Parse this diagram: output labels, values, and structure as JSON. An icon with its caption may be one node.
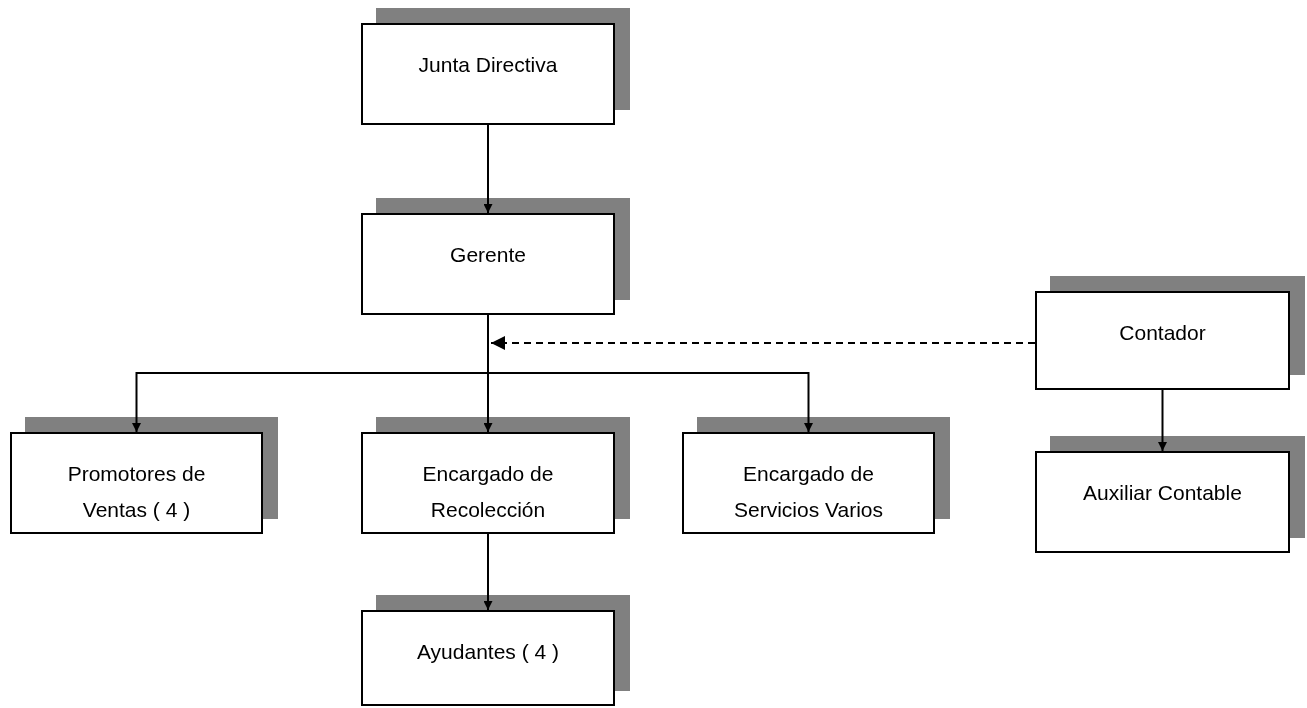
{
  "diagram": {
    "nodes": [
      {
        "text": [
          "Junta Directiva"
        ]
      },
      {
        "text": [
          "Gerente"
        ]
      },
      {
        "text": [
          "Contador"
        ]
      },
      {
        "text": [
          "Promotores de Ventas ( 4 )"
        ]
      },
      {
        "text": [
          "Encargado de Recolección"
        ]
      },
      {
        "text": [
          "Encargado de Servicios Varios"
        ]
      },
      {
        "text": [
          "Auxiliar Contable"
        ]
      },
      {
        "text": [
          "Ayudantes ( 4 )"
        ]
      }
    ],
    "edges": [
      {
        "from": 0,
        "to": 1,
        "arrow": "to"
      },
      {
        "from": 1,
        "to": 3,
        "arrow": "to"
      },
      {
        "from": 1,
        "to": 4,
        "arrow": "to"
      },
      {
        "from": 1,
        "to": 5,
        "arrow": "to"
      },
      {
        "from": 2,
        "to": 1,
        "arrow": "to",
        "style": "dashed"
      },
      {
        "from": 2,
        "to": 6,
        "arrow": "to"
      },
      {
        "from": 4,
        "to": 7,
        "arrow": "to"
      }
    ]
  }
}
